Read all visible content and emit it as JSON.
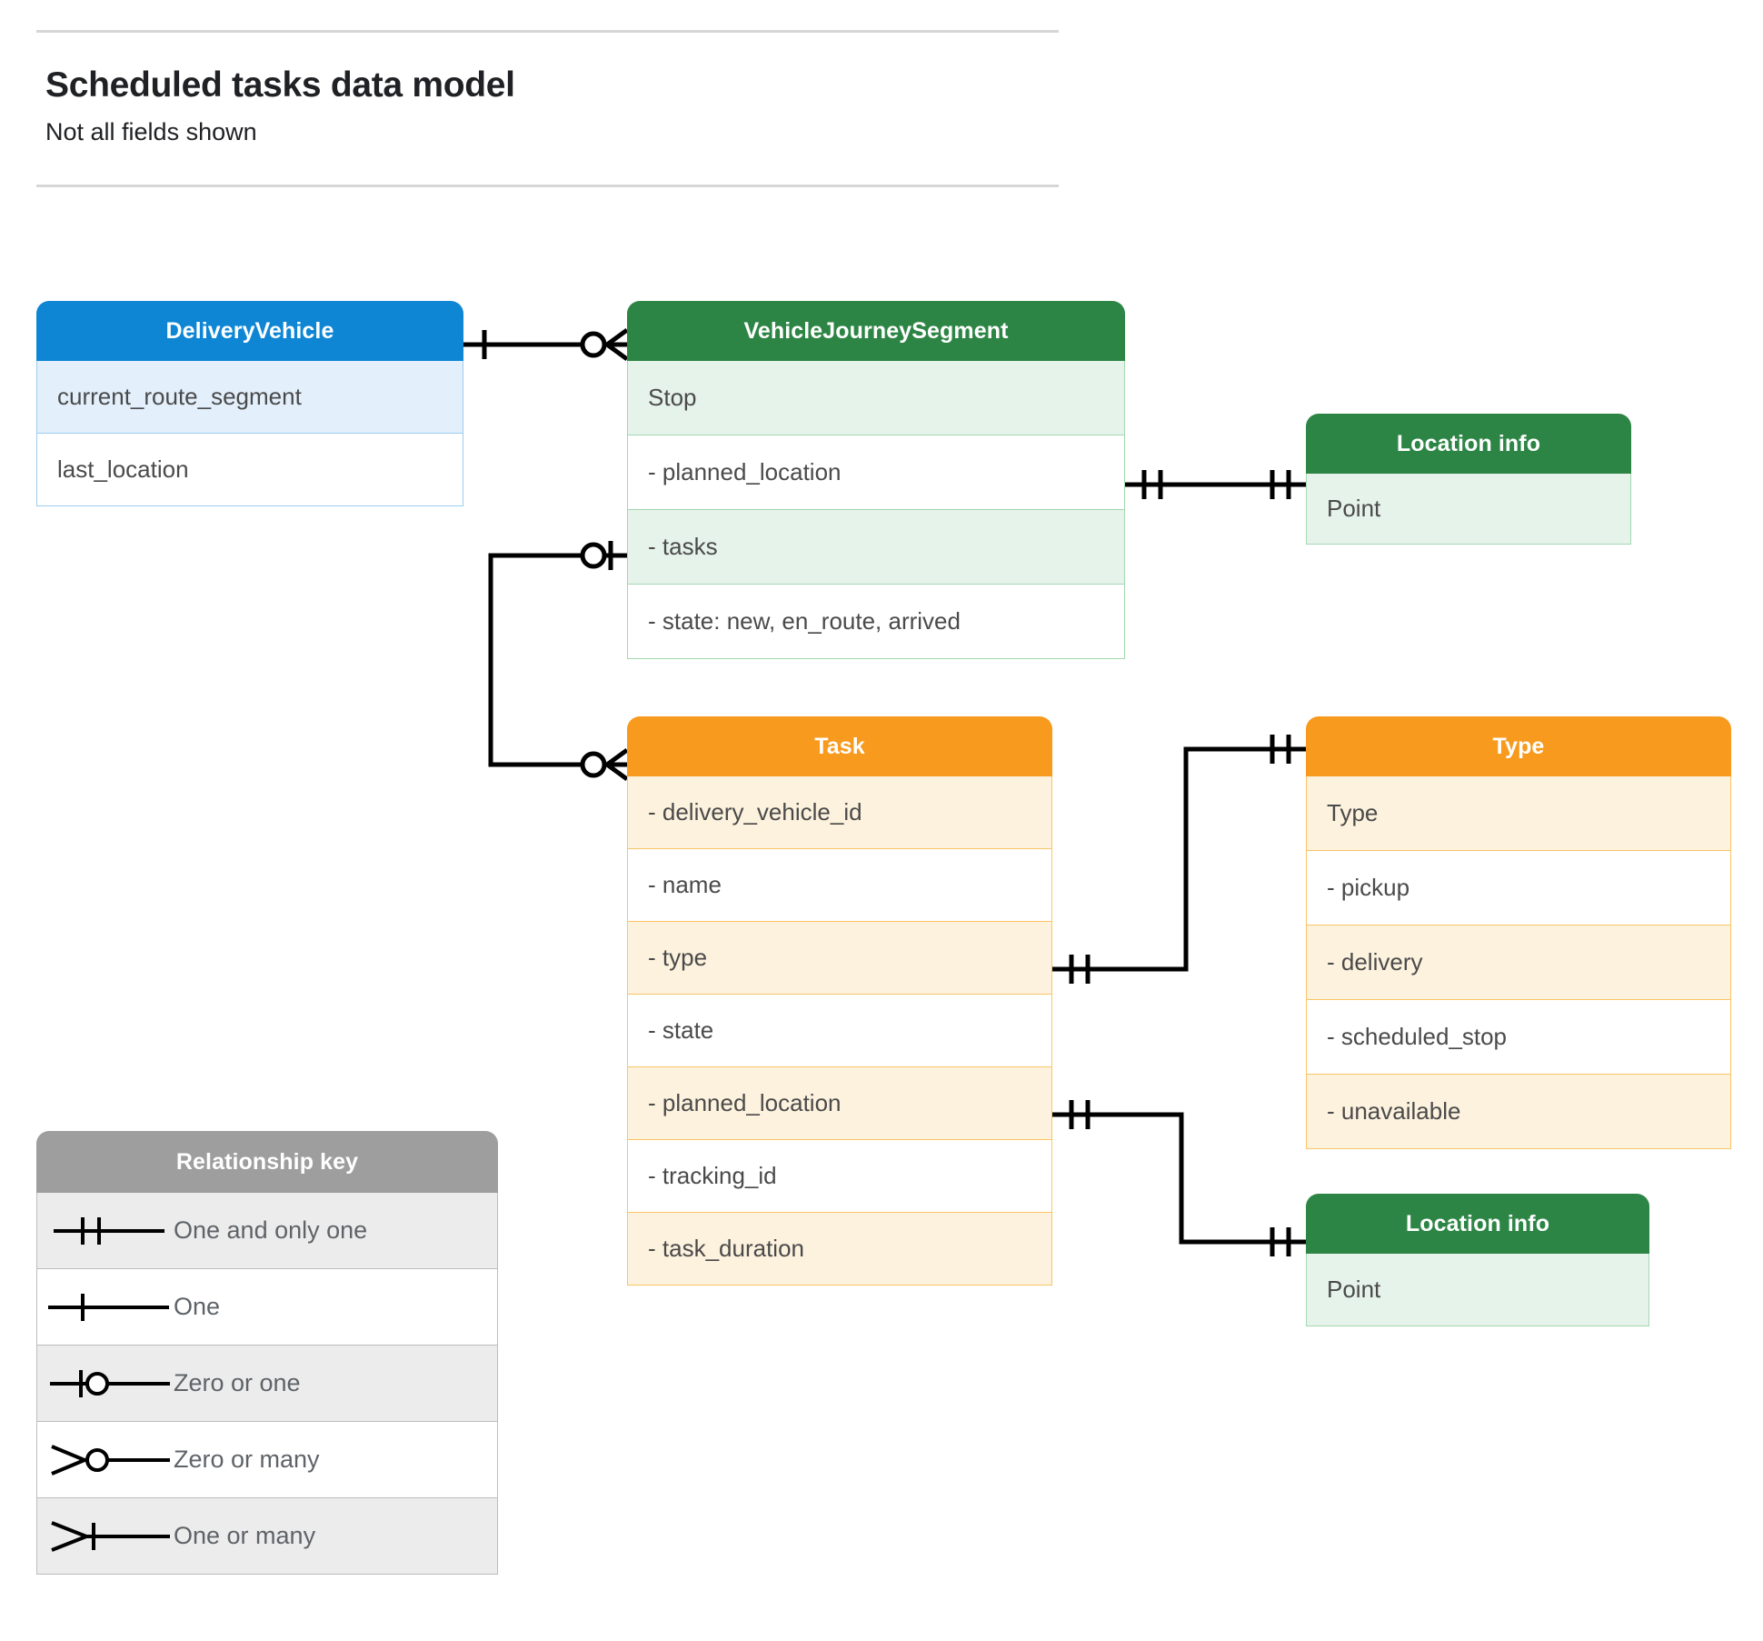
{
  "header": {
    "title": "Scheduled tasks data model",
    "subtitle": "Not all fields shown"
  },
  "colors": {
    "blue_header": "#0e86d4",
    "blue_row_alt": "#e3f0fc",
    "blue_border": "#9ccdf0",
    "green_header": "#2d8545",
    "green_row_alt": "#e6f3ea",
    "green_border": "#a4d8b2",
    "orange_header": "#f79a1e",
    "orange_row_alt": "#fdf2de",
    "orange_border": "#fac565",
    "grey_header": "#9e9e9e",
    "grey_row_alt": "#ececec",
    "connector": "#000000",
    "text": "#4a4a4a"
  },
  "entities": {
    "delivery_vehicle": {
      "title": "DeliveryVehicle",
      "rows": [
        "current_route_segment",
        "last_location"
      ]
    },
    "vehicle_journey_segment": {
      "title": "VehicleJourneySegment",
      "rows": [
        "Stop",
        "-  planned_location",
        "- tasks",
        "- state: new, en_route, arrived"
      ]
    },
    "location_info_top": {
      "title": "Location info",
      "rows": [
        "Point"
      ]
    },
    "location_info_bottom": {
      "title": "Location info",
      "rows": [
        "Point"
      ]
    },
    "task": {
      "title": "Task",
      "rows": [
        "- delivery_vehicle_id",
        "- name",
        "- type",
        "- state",
        "- planned_location",
        "- tracking_id",
        "- task_duration"
      ]
    },
    "type": {
      "title": "Type",
      "rows": [
        "Type",
        "-   pickup",
        "-   delivery",
        "-   scheduled_stop",
        "-   unavailable"
      ]
    }
  },
  "legend": {
    "title": "Relationship key",
    "items": [
      {
        "glyph": "one-and-only-one-icon",
        "label": "One and only one"
      },
      {
        "glyph": "one-icon",
        "label": "One"
      },
      {
        "glyph": "zero-or-one-icon",
        "label": "Zero or one"
      },
      {
        "glyph": "zero-or-many-icon",
        "label": "Zero or many"
      },
      {
        "glyph": "one-or-many-icon",
        "label": "One or many"
      }
    ]
  },
  "relationships": [
    {
      "name": "deliveryvehicle-to-vehiclejourneysegment",
      "from": "DeliveryVehicle",
      "to": "VehicleJourneySegment",
      "from_cardinality": "One",
      "to_cardinality": "Zero or many"
    },
    {
      "name": "vehiclejourneysegment-planned-location-to-location-info",
      "from": "VehicleJourneySegment.planned_location",
      "to": "Location info",
      "from_cardinality": "One and only one",
      "to_cardinality": "One and only one"
    },
    {
      "name": "vehiclejourneysegment-tasks-to-task",
      "from": "VehicleJourneySegment.tasks",
      "to": "Task",
      "from_cardinality": "Zero or one",
      "to_cardinality": "Zero or many"
    },
    {
      "name": "task-type-to-type",
      "from": "Task.type",
      "to": "Type",
      "from_cardinality": "One and only one",
      "to_cardinality": "One and only one"
    },
    {
      "name": "task-planned-location-to-location-info",
      "from": "Task.planned_location",
      "to": "Location info",
      "from_cardinality": "One and only one",
      "to_cardinality": "One and only one"
    }
  ]
}
